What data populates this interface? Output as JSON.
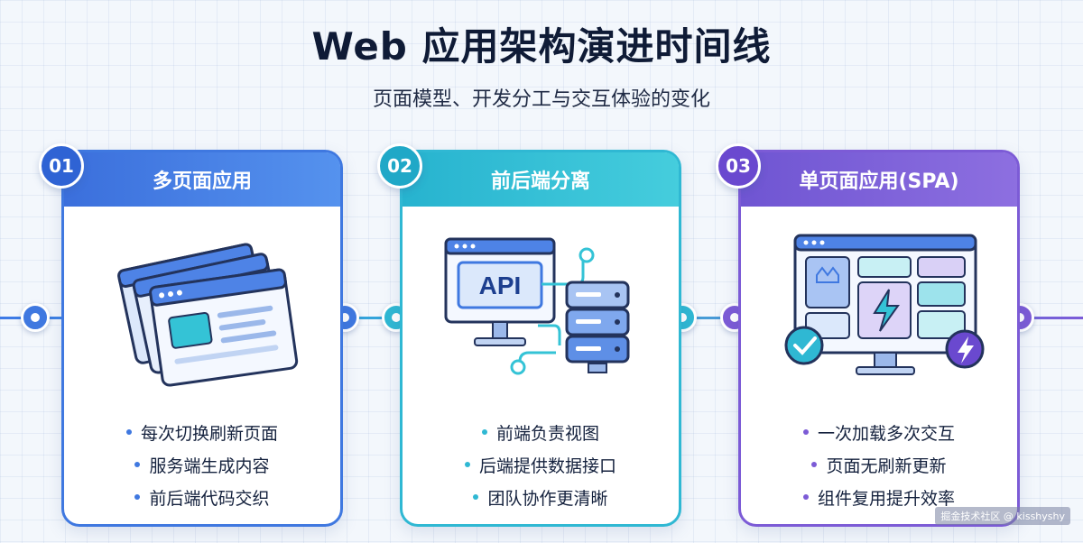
{
  "page": {
    "title": "Web 应用架构演进时间线",
    "subtitle": "页面模型、开发分工与交互体验的变化",
    "watermark": "掘金技术社区 @ kisshyshy"
  },
  "colors": {
    "blue": "#3f78e0",
    "cyan": "#2fb8d3",
    "purple": "#7c5bd6"
  },
  "stages": [
    {
      "number": "01",
      "title": "多页面应用",
      "illustration": "stacked-browser-windows-icon",
      "bullets": [
        "每次切换刷新页面",
        "服务端生成内容",
        "前后端代码交织"
      ]
    },
    {
      "number": "02",
      "title": "前后端分离",
      "illustration": "api-monitor-server-icon",
      "api_label": "API",
      "bullets": [
        "前端负责视图",
        "后端提供数据接口",
        "团队协作更清晰"
      ]
    },
    {
      "number": "03",
      "title": "单页面应用(SPA)",
      "illustration": "spa-dashboard-monitor-icon",
      "bullets": [
        "一次加载多次交互",
        "页面无刷新更新",
        "组件复用提升效率"
      ]
    }
  ]
}
